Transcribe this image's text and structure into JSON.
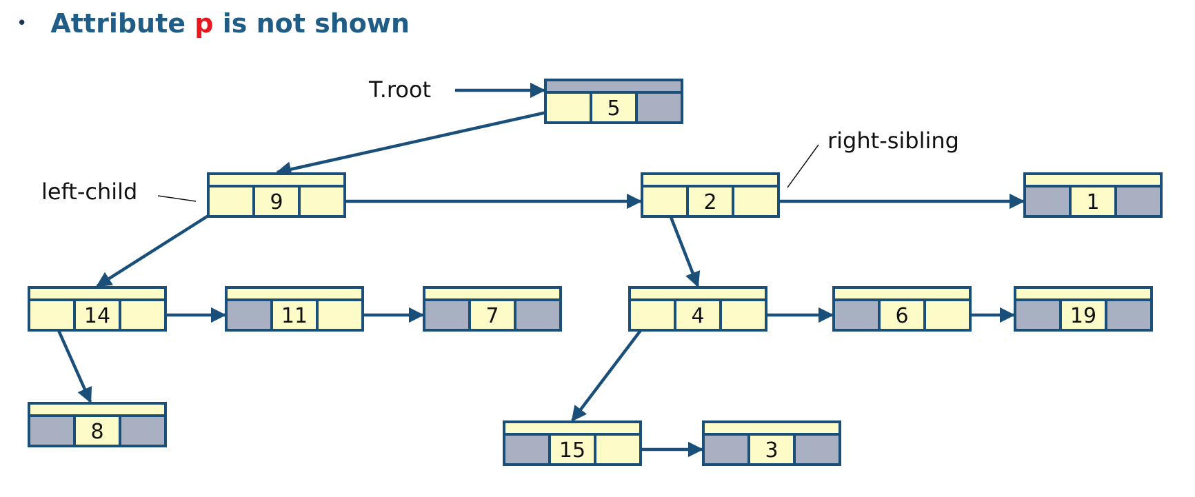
{
  "heading": {
    "prefix": "Attribute ",
    "accent": "p",
    "suffix": " is not shown"
  },
  "labels": {
    "root": "T.root",
    "left_child": "left-child",
    "right_sibling": "right-sibling"
  },
  "colors": {
    "title": "#1f5d86",
    "accent": "#e8161e",
    "stroke": "#1a4f7a",
    "cell_fill": "#fdfbc8",
    "nil_fill": "#a8b0c2"
  },
  "nodes": [
    {
      "id": "n5",
      "key": "5",
      "parent_nil": true,
      "left_nil": false,
      "right_nil": true
    },
    {
      "id": "n9",
      "key": "9",
      "parent_nil": false,
      "left_nil": false,
      "right_nil": false
    },
    {
      "id": "n2",
      "key": "2",
      "parent_nil": false,
      "left_nil": false,
      "right_nil": false
    },
    {
      "id": "n1",
      "key": "1",
      "parent_nil": false,
      "left_nil": true,
      "right_nil": true
    },
    {
      "id": "n14",
      "key": "14",
      "parent_nil": false,
      "left_nil": false,
      "right_nil": false
    },
    {
      "id": "n11",
      "key": "11",
      "parent_nil": false,
      "left_nil": true,
      "right_nil": false
    },
    {
      "id": "n7",
      "key": "7",
      "parent_nil": false,
      "left_nil": true,
      "right_nil": true
    },
    {
      "id": "n4",
      "key": "4",
      "parent_nil": false,
      "left_nil": false,
      "right_nil": false
    },
    {
      "id": "n6",
      "key": "6",
      "parent_nil": false,
      "left_nil": true,
      "right_nil": false
    },
    {
      "id": "n19",
      "key": "19",
      "parent_nil": false,
      "left_nil": true,
      "right_nil": true
    },
    {
      "id": "n8",
      "key": "8",
      "parent_nil": false,
      "left_nil": true,
      "right_nil": true
    },
    {
      "id": "n15",
      "key": "15",
      "parent_nil": false,
      "left_nil": true,
      "right_nil": false
    },
    {
      "id": "n3",
      "key": "3",
      "parent_nil": false,
      "left_nil": true,
      "right_nil": true
    }
  ],
  "edges": [
    {
      "from": "root-label",
      "to": "n5",
      "kind": "root"
    },
    {
      "from": "n5",
      "to": "n9",
      "kind": "left-child"
    },
    {
      "from": "n9",
      "to": "n2",
      "kind": "right-sibling"
    },
    {
      "from": "n2",
      "to": "n1",
      "kind": "right-sibling"
    },
    {
      "from": "n9",
      "to": "n14",
      "kind": "left-child"
    },
    {
      "from": "n2",
      "to": "n4",
      "kind": "left-child"
    },
    {
      "from": "n14",
      "to": "n11",
      "kind": "right-sibling"
    },
    {
      "from": "n11",
      "to": "n7",
      "kind": "right-sibling"
    },
    {
      "from": "n14",
      "to": "n8",
      "kind": "left-child"
    },
    {
      "from": "n4",
      "to": "n6",
      "kind": "right-sibling"
    },
    {
      "from": "n6",
      "to": "n19",
      "kind": "right-sibling"
    },
    {
      "from": "n4",
      "to": "n15",
      "kind": "left-child"
    },
    {
      "from": "n15",
      "to": "n3",
      "kind": "right-sibling"
    }
  ]
}
